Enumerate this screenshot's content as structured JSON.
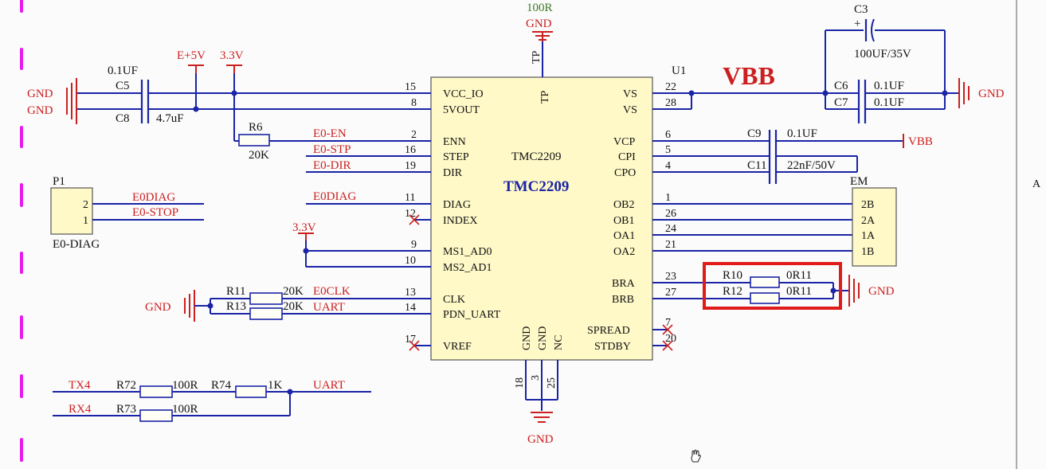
{
  "chip": {
    "ref": "U1",
    "part": "TMC2209",
    "part_big": "TMC2209",
    "tp_label": "TP"
  },
  "nets": {
    "vbb": "VBB",
    "vbb_small": "VBB",
    "e5v": "E+5V",
    "v33": "3.3V",
    "v33_b": "3.3V",
    "gnd": "GND",
    "tp_res": "100R",
    "e0_en": "E0-EN",
    "e0_stp": "E0-STP",
    "e0_dir": "E0-DIR",
    "e0_diag": "E0DIAG",
    "e0_diag_p1": "E0DIAG",
    "e0_stop": "E0-STOP",
    "e0_clk": "E0CLK",
    "uart": "UART",
    "uart2": "UART",
    "tx4": "TX4",
    "rx4": "RX4"
  },
  "left_pins": [
    {
      "num": "15",
      "name": "VCC_IO"
    },
    {
      "num": "8",
      "name": "5VOUT"
    },
    {
      "num": "2",
      "name": "ENN"
    },
    {
      "num": "16",
      "name": "STEP"
    },
    {
      "num": "19",
      "name": "DIR"
    },
    {
      "num": "11",
      "name": "DIAG"
    },
    {
      "num": "12",
      "name": "INDEX"
    },
    {
      "num": "9",
      "name": "MS1_AD0"
    },
    {
      "num": "10",
      "name": "MS2_AD1"
    },
    {
      "num": "13",
      "name": "CLK"
    },
    {
      "num": "14",
      "name": "PDN_UART"
    },
    {
      "num": "17",
      "name": "VREF"
    }
  ],
  "right_pins": [
    {
      "num": "22",
      "name": "VS"
    },
    {
      "num": "28",
      "name": "VS"
    },
    {
      "num": "6",
      "name": "VCP"
    },
    {
      "num": "5",
      "name": "CPI"
    },
    {
      "num": "4",
      "name": "CPO"
    },
    {
      "num": "1",
      "name": "OB2"
    },
    {
      "num": "26",
      "name": "OB1"
    },
    {
      "num": "24",
      "name": "OA1"
    },
    {
      "num": "21",
      "name": "OA2"
    },
    {
      "num": "23",
      "name": "BRA"
    },
    {
      "num": "27",
      "name": "BRB"
    },
    {
      "num": "7",
      "name": "SPREAD"
    },
    {
      "num": "20",
      "name": "STDBY"
    }
  ],
  "bottom_pins": [
    {
      "num": "18",
      "name": "GND"
    },
    {
      "num": "3",
      "name": "GND"
    },
    {
      "num": "25",
      "name": "NC"
    }
  ],
  "components": {
    "c5": {
      "ref": "C5",
      "val": "0.1UF"
    },
    "c8": {
      "ref": "C8",
      "val": "4.7uF"
    },
    "c3": {
      "ref": "C3",
      "val": "100UF/35V"
    },
    "c6": {
      "ref": "C6",
      "val": "0.1UF"
    },
    "c7": {
      "ref": "C7",
      "val": "0.1UF"
    },
    "c9": {
      "ref": "C9",
      "val": "0.1UF"
    },
    "c11": {
      "ref": "C11",
      "val": "22nF/50V"
    },
    "r6": {
      "ref": "R6",
      "val": "20K"
    },
    "r11": {
      "ref": "R11",
      "val": "20K"
    },
    "r13": {
      "ref": "R13",
      "val": "20K"
    },
    "r10": {
      "ref": "R10",
      "val": "0R11"
    },
    "r12": {
      "ref": "R12",
      "val": "0R11"
    },
    "r72": {
      "ref": "R72",
      "val": "100R"
    },
    "r73": {
      "ref": "R73",
      "val": "100R"
    },
    "r74": {
      "ref": "R74",
      "val": "1K"
    }
  },
  "p1": {
    "ref": "P1",
    "name": "E0-DIAG",
    "pins": [
      "2",
      "1"
    ]
  },
  "em": {
    "ref": "EM",
    "pins": [
      "2B",
      "2A",
      "1A",
      "1B"
    ]
  },
  "margin_letter": "A",
  "colors": {
    "wire": "#1a24a6",
    "net_label": "#cc1f1f",
    "highlight": "#e01b1b",
    "border_dash": "#e61cf0",
    "ic_fill": "#fff9c8"
  }
}
